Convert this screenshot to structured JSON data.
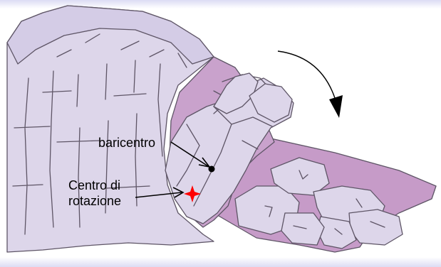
{
  "labels": {
    "barycenter": "baricentro",
    "rotation_center_line1": "Centro di",
    "rotation_center_line2": "rotazione"
  },
  "colors": {
    "rock_light": "#ddd6ea",
    "rock_face": "#d4cce6",
    "rock_shadow": "#c9a2cc",
    "slope_pink": "#c69bc8",
    "outline": "#5e5566",
    "rotation_marker": "#ff0000",
    "barycenter_marker": "#000000",
    "background_top": "#dcdcf4"
  },
  "icons": {
    "rotation_arrow": "curved-arrow-clockwise",
    "rotation_marker": "red-four-point-star",
    "barycenter_marker": "black-dot"
  }
}
